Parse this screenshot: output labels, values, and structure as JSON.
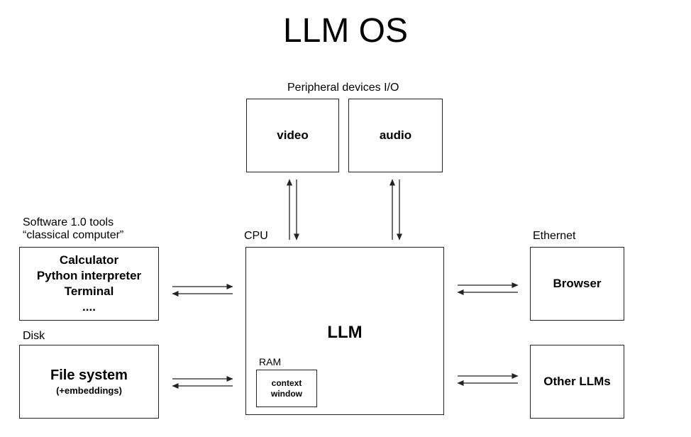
{
  "title": "LLM OS",
  "labels": {
    "peripheral": "Peripheral devices I/O",
    "software": "Software 1.0 tools",
    "classical": "“classical computer”",
    "cpu": "CPU",
    "ethernet": "Ethernet",
    "disk": "Disk",
    "ram": "RAM"
  },
  "boxes": {
    "video": "video",
    "audio": "audio",
    "tools": [
      "Calculator",
      "Python interpreter",
      "Terminal",
      "...."
    ],
    "filesystem": "File system",
    "filesystem_sub": "(+embeddings)",
    "llm": "LLM",
    "context_line1": "context",
    "context_line2": "window",
    "browser": "Browser",
    "other_llms": "Other LLMs"
  },
  "colors": {
    "stroke": "#222222",
    "text": "#000000"
  }
}
